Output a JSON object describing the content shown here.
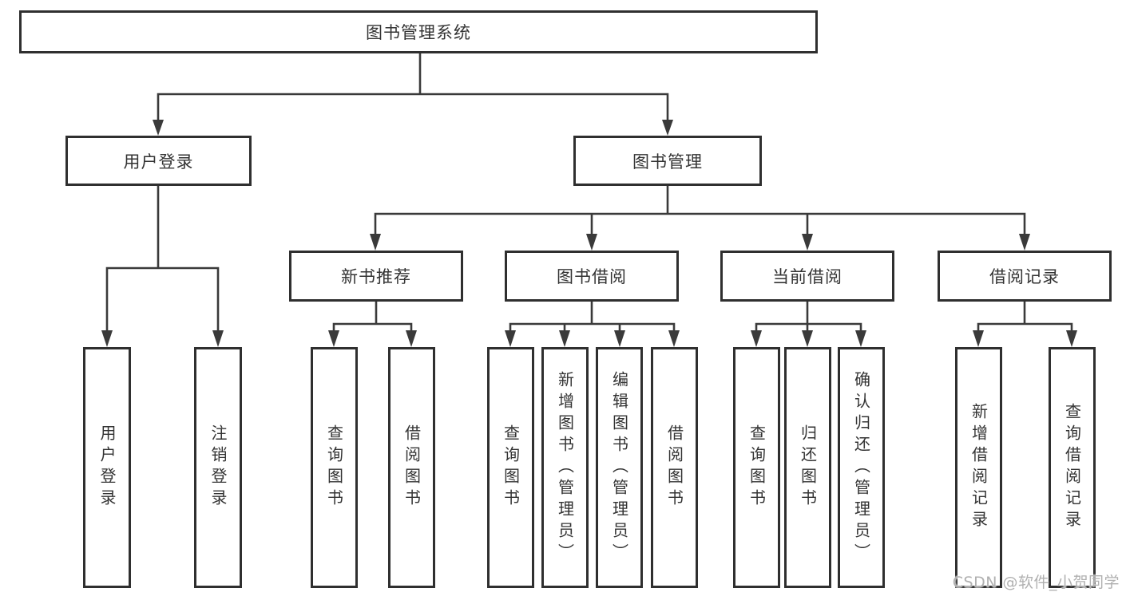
{
  "colors": {
    "background": "#ffffff",
    "line": "#3a3a3a",
    "box_border": "#2f2f2f",
    "box_fill": "#ffffff",
    "text": "#333333",
    "watermark": "#b0b0b0"
  },
  "tree": {
    "root": {
      "label": "图书管理系统"
    },
    "branches": [
      {
        "label": "用户登录",
        "children": [
          {
            "label": "用户登录"
          },
          {
            "label": "注销登录"
          }
        ]
      },
      {
        "label": "图书管理",
        "children": [
          {
            "label": "新书推荐",
            "children": [
              {
                "label": "查询图书"
              },
              {
                "label": "借阅图书"
              }
            ]
          },
          {
            "label": "图书借阅",
            "children": [
              {
                "label": "查询图书"
              },
              {
                "label": "新增图书（管理员）"
              },
              {
                "label": "编辑图书（管理员）"
              },
              {
                "label": "借阅图书"
              }
            ]
          },
          {
            "label": "当前借阅",
            "children": [
              {
                "label": "查询图书"
              },
              {
                "label": "归还图书"
              },
              {
                "label": "确认归还（管理员）"
              }
            ]
          },
          {
            "label": "借阅记录",
            "children": [
              {
                "label": "新增借阅记录"
              },
              {
                "label": "查询借阅记录"
              }
            ]
          }
        ]
      }
    ]
  },
  "watermark": "CSDN @软件_小贺同学"
}
